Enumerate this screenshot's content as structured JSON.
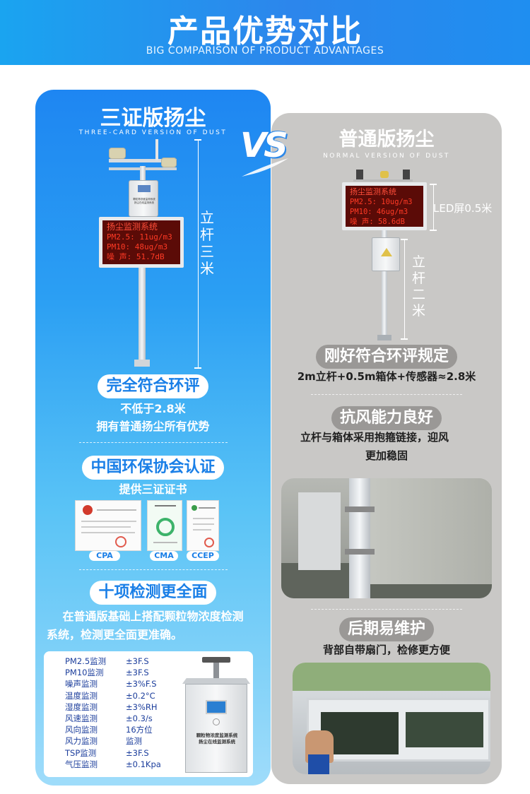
{
  "header": {
    "title": "产品优势对比",
    "subtitle": "BIG COMPARISON OF PRODUCT ADVANTAGES"
  },
  "vs": "VS",
  "left": {
    "title": "三证版扬尘",
    "subtitle": "THREE-CARD VERSION OF DUST",
    "led": [
      "扬尘监测系统",
      "PM2.5: 11ug/m3",
      "PM10:  48ug/m3",
      "噪 声:  51.7dB"
    ],
    "device_label": [
      "颗粒物浓度监测系统",
      "扬尘在线监测系统"
    ],
    "pole_label": "立杆三米",
    "sections": [
      {
        "heading": "完全符合环评",
        "lines": [
          "不低于2.8米",
          "拥有普通扬尘所有优势"
        ]
      },
      {
        "heading": "中国环保协会认证",
        "lines": [
          "提供三证证书"
        ]
      },
      {
        "heading": "十项检测更全面",
        "lines": [
          "在普通版基础上搭配颗粒物浓度检测",
          "系统，检测更全面更准确。"
        ]
      }
    ],
    "certs": [
      "CPA",
      "CMA",
      "CCEP"
    ],
    "specs": [
      {
        "name": "PM2.5监测",
        "value": "±3F.S"
      },
      {
        "name": "PM10监测",
        "value": "±3F.S"
      },
      {
        "name": "噪声监测",
        "value": "±3%F.S"
      },
      {
        "name": "温度监测",
        "value": "±0.2°C"
      },
      {
        "name": "湿度监测",
        "value": "±3%RH"
      },
      {
        "name": "风速监测",
        "value": "±0.3/s"
      },
      {
        "name": "风向监测",
        "value": "16方位"
      },
      {
        "name": "风力监测",
        "value": "监测"
      },
      {
        "name": "TSP监测",
        "value": "±3F.S"
      },
      {
        "name": "气压监测",
        "value": "±0.1Kpa"
      }
    ],
    "cabinet_label": [
      "颗粒物浓度监测系统",
      "扬尘在线监测系统"
    ]
  },
  "right": {
    "title": "普通版扬尘",
    "subtitle": "NORMAL VERSION OF DUST",
    "led": [
      "扬尘监测系统",
      "PM2.5: 10ug/m3",
      "PM10:  46ug/m3",
      "噪 声:  58.6dB"
    ],
    "led_label": "LED屏0.5米",
    "pole_label": "立杆二米",
    "sections": [
      {
        "heading": "刚好符合环评规定",
        "lines": [
          "2m立杆+0.5m箱体+传感器≈2.8米"
        ]
      },
      {
        "heading": "抗风能力良好",
        "lines": [
          "立杆与箱体采用抱箍链接，迎风",
          "更加稳固"
        ]
      },
      {
        "heading": "后期易维护",
        "lines": [
          "背部自带扇门，检修更方便"
        ]
      }
    ]
  },
  "colors": {
    "accent_blue": "#1a7fe7",
    "left_panel_top": "#1e86f2",
    "right_panel": "#c9c8c6",
    "led_text": "#ff3a25"
  }
}
